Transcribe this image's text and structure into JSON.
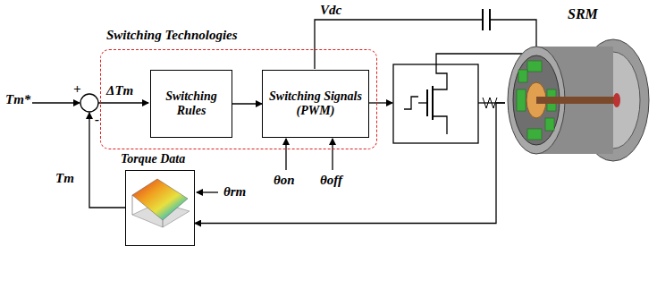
{
  "diagram": {
    "nodes": [
      {
        "text": [
          "Switching Technologies"
        ]
      },
      {
        "text": [
          "Switching Rules"
        ],
        "in": 0
      },
      {
        "text": [
          "Switching Signals (PWM)"
        ],
        "in": 0
      },
      {
        "text": [
          "Torque Data"
        ]
      },
      {
        "text": [
          "SRM"
        ]
      }
    ],
    "edges": [
      {
        "from": 1,
        "to": 2,
        "arrow": "to"
      },
      {
        "from": 4,
        "to": 3,
        "arrow": "to"
      }
    ],
    "labels": [
      "Tm*",
      "+",
      "-",
      "ΔTm",
      "Vdc",
      "θon",
      "θoff",
      "θrm",
      "Tm"
    ]
  }
}
